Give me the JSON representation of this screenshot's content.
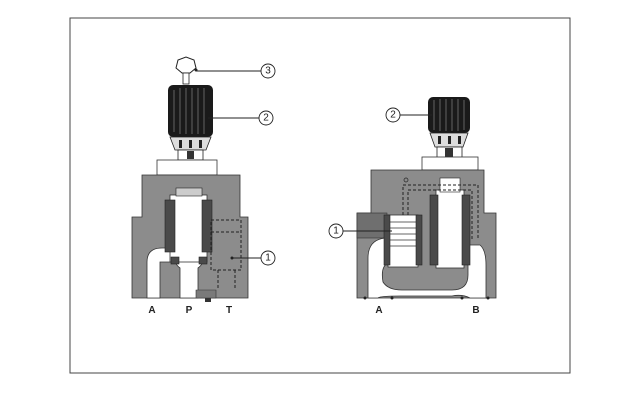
{
  "left_valve": {
    "ports": [
      "A",
      "P",
      "T"
    ],
    "callouts": [
      "1",
      "2",
      "3"
    ]
  },
  "right_valve": {
    "ports": [
      "A",
      "B"
    ],
    "callouts": [
      "1",
      "2"
    ]
  },
  "colors": {
    "body": "#8c8c8c",
    "knob": "#1a1a1a",
    "frame": "#333333"
  }
}
